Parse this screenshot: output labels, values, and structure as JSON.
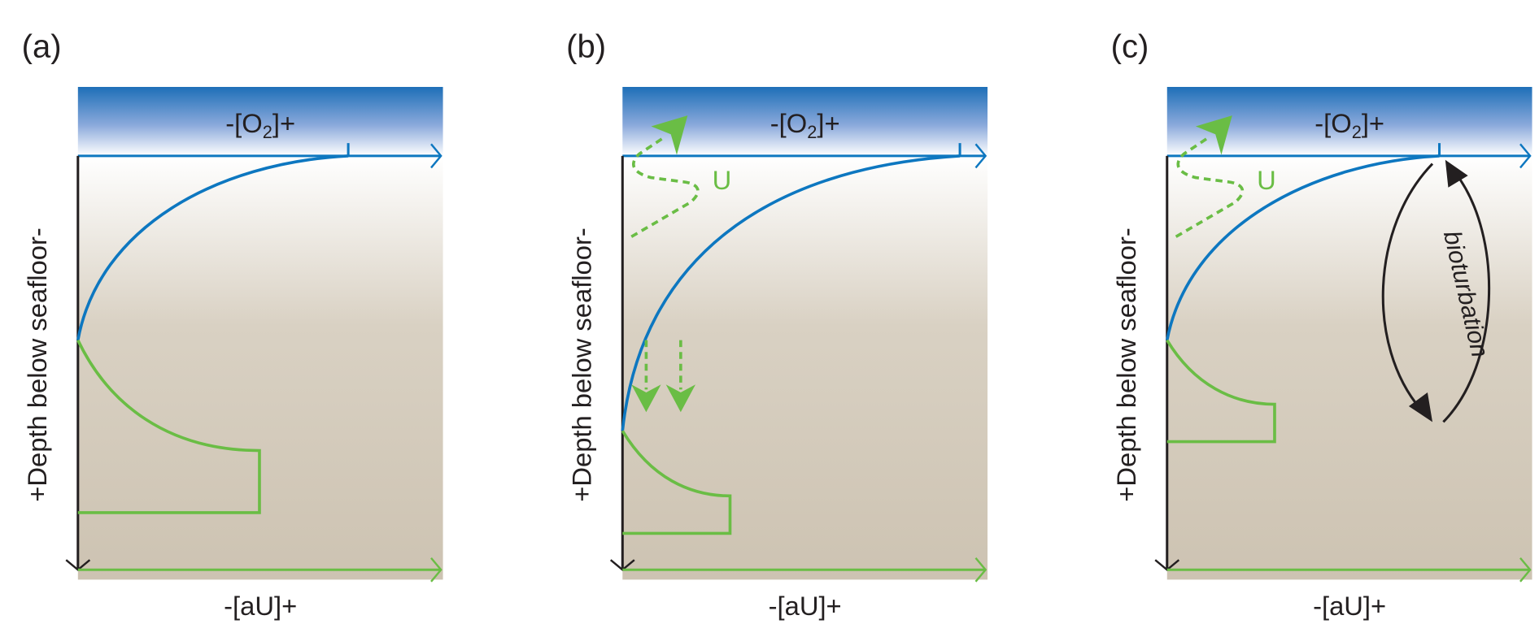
{
  "panels": [
    {
      "label": "(a)",
      "top_axis": "-[O",
      "top_axis_sub": "2",
      "top_axis_end": "]+",
      "bottom_axis": "-[aU]+",
      "y_axis": "+Depth below seafloor-"
    },
    {
      "label": "(b)",
      "top_axis": "-[O",
      "top_axis_sub": "2",
      "top_axis_end": "]+",
      "bottom_axis": "-[aU]+",
      "y_axis": "+Depth below seafloor-",
      "u_label": "U"
    },
    {
      "label": "(c)",
      "top_axis": "-[O",
      "top_axis_sub": "2",
      "top_axis_end": "]+",
      "bottom_axis": "-[aU]+",
      "y_axis": "+Depth below seafloor-",
      "u_label": "U",
      "process_label": "bioturbation"
    }
  ],
  "colors": {
    "oxygen": "#0d77c0",
    "uranium": "#6abd45",
    "water_top": "#1e6fb8",
    "sediment": "#cfc5b4",
    "axis": "#231f20"
  }
}
